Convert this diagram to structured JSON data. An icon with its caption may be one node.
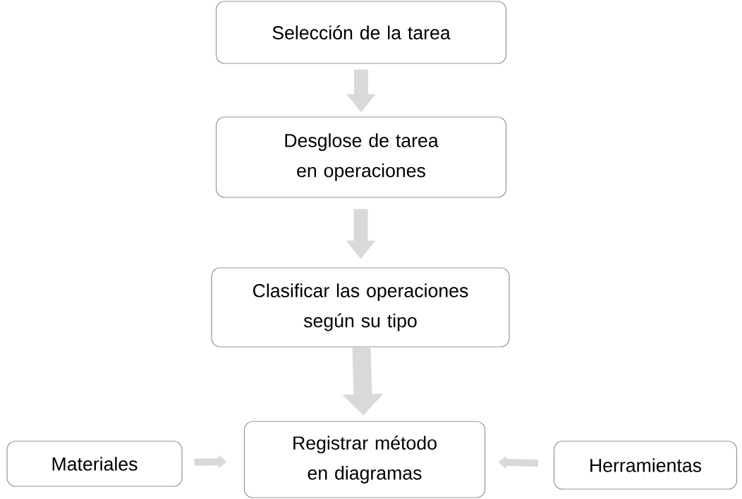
{
  "diagram": {
    "nodes": [
      {
        "text": [
          "Selección de la tarea"
        ]
      },
      {
        "text": [
          "Desglose de tarea en operaciones"
        ]
      },
      {
        "text": [
          "Clasificar las operaciones según su tipo"
        ]
      },
      {
        "text": [
          "Registrar método en diagramas"
        ]
      },
      {
        "text": [
          "Materiales"
        ]
      },
      {
        "text": [
          "Herramientas"
        ]
      }
    ],
    "edges": [
      {
        "from": 0,
        "to": 1,
        "arrow": "to"
      },
      {
        "from": 1,
        "to": 2,
        "arrow": "to"
      },
      {
        "from": 2,
        "to": 3,
        "arrow": "to"
      },
      {
        "from": 4,
        "to": 3,
        "arrow": "to"
      },
      {
        "from": 5,
        "to": 3,
        "arrow": "to"
      }
    ]
  }
}
